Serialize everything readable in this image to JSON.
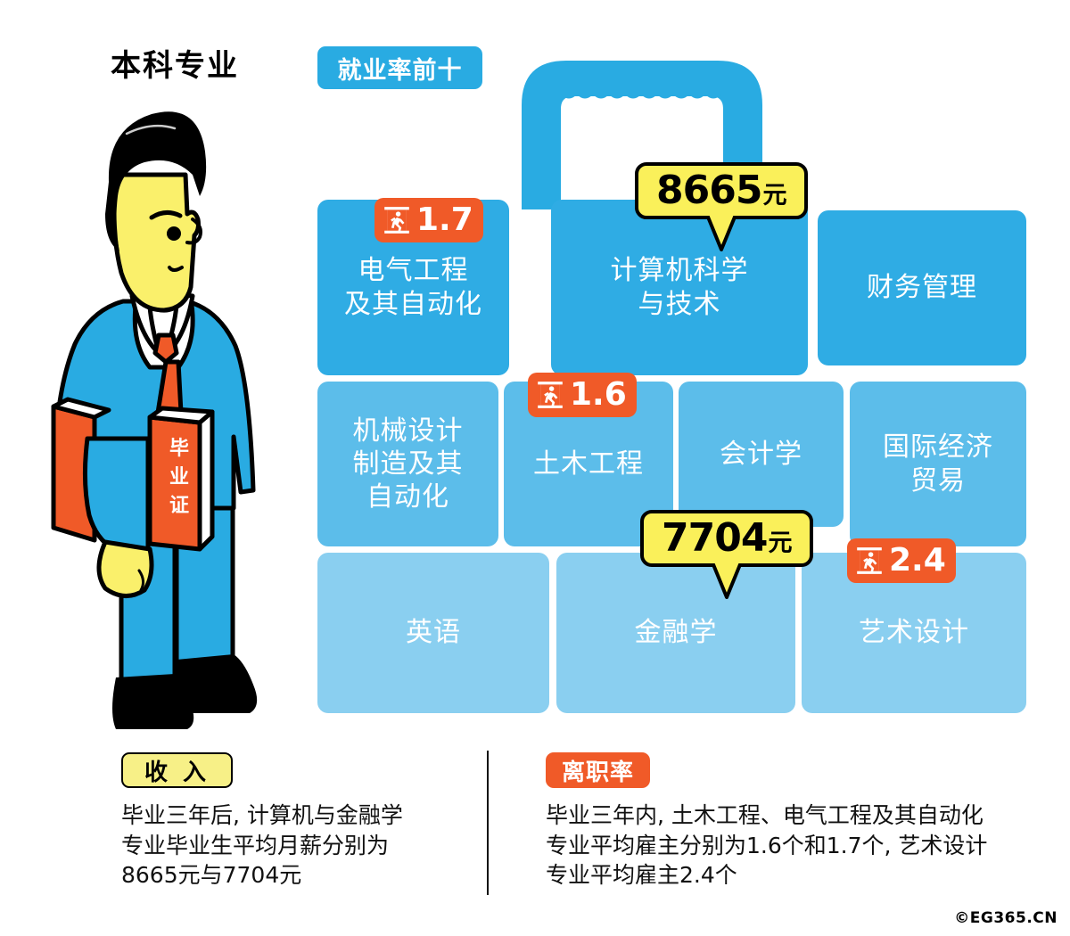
{
  "page_title": "本科专业",
  "rank_badge": "就业率前十",
  "illustration": {
    "diploma_label": "毕业证",
    "suit_color": "#29ABE2",
    "skin_color": "#FAF06B",
    "tie_color": "#F05A28",
    "hair_color": "#000000"
  },
  "briefcase": {
    "handle_color": "#29ABE2",
    "row_colors": [
      "#2FACE4",
      "#5CBDEA",
      "#8ACFF0"
    ]
  },
  "tiles": [
    {
      "id": "ee",
      "label": "电气工程\n及其自动化",
      "row": 1
    },
    {
      "id": "cs",
      "label": "计算机科学\n与技术",
      "row": 1
    },
    {
      "id": "finmgmt",
      "label": "财务管理",
      "row": 1
    },
    {
      "id": "mech",
      "label": "机械设计\n制造及其\n自动化",
      "row": 2
    },
    {
      "id": "civil",
      "label": "土木工程",
      "row": 2
    },
    {
      "id": "acct",
      "label": "会计学",
      "row": 2
    },
    {
      "id": "ietrade",
      "label": "国际经济\n贸易",
      "row": 2
    },
    {
      "id": "english",
      "label": "英语",
      "row": 3
    },
    {
      "id": "finance",
      "label": "金融学",
      "row": 3
    },
    {
      "id": "art",
      "label": "艺术设计",
      "row": 3
    }
  ],
  "turnover_badges": [
    {
      "id": "ee",
      "value": "1.7",
      "icon": "exit-running-person-icon",
      "color": "#F05A28"
    },
    {
      "id": "civil",
      "value": "1.6",
      "icon": "exit-running-person-icon",
      "color": "#F05A28"
    },
    {
      "id": "art",
      "value": "2.4",
      "icon": "exit-running-person-icon",
      "color": "#F05A28"
    }
  ],
  "salary_bubbles": [
    {
      "id": "cs",
      "number": "8665",
      "unit": "元",
      "color": "#FAF05A"
    },
    {
      "id": "finance",
      "number": "7704",
      "unit": "元",
      "color": "#FAF05A"
    }
  ],
  "captions": {
    "income": {
      "pill": "收 入",
      "lines": [
        "毕业三年后, 计算机与金融学",
        "专业毕业生平均月薪分别为",
        "8665元与7704元"
      ]
    },
    "turnover": {
      "pill": "离职率",
      "lines": [
        "毕业三年内, 土木工程、电气工程及其自动化",
        "专业平均雇主分别为1.6个和1.7个, 艺术设计",
        "专业平均雇主2.4个"
      ]
    }
  },
  "watermark": "©EG365.CN",
  "chart_data": {
    "type": "table",
    "title": "本科专业 就业率前十",
    "categories": [
      "电气工程及其自动化",
      "计算机科学与技术",
      "财务管理",
      "机械设计制造及其自动化",
      "土木工程",
      "会计学",
      "国际经济贸易",
      "英语",
      "金融学",
      "艺术设计"
    ],
    "series": [
      {
        "name": "平均月薪(元)",
        "values": [
          null,
          8665,
          null,
          null,
          null,
          null,
          null,
          null,
          7704,
          null
        ]
      },
      {
        "name": "平均雇主数(个)",
        "values": [
          1.7,
          null,
          null,
          null,
          1.6,
          null,
          null,
          null,
          null,
          2.4
        ]
      }
    ],
    "legend_position": "none",
    "grid": false
  }
}
